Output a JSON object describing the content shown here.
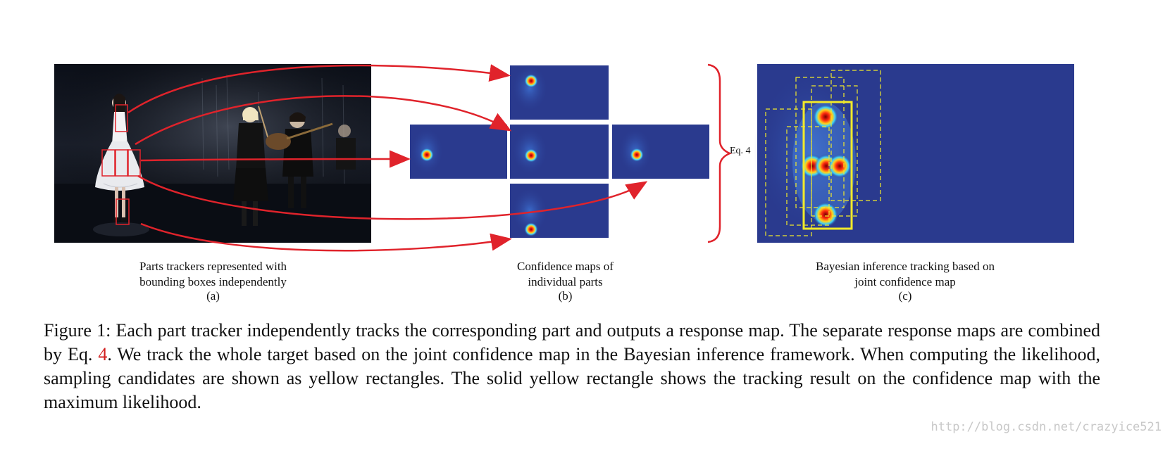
{
  "figure": {
    "panel_a": {
      "caption_line1": "Parts trackers represented with",
      "caption_line2": "bounding boxes independently",
      "label": "(a)"
    },
    "panel_b": {
      "caption_line1": "Confidence maps of",
      "caption_line2": "individual parts",
      "label": "(b)"
    },
    "panel_c": {
      "caption_line1": "Bayesian inference tracking based on",
      "caption_line2": "joint confidence map",
      "label": "(c)"
    },
    "eq_label": "Eq. 4"
  },
  "caption": {
    "part1": "Figure 1: Each part tracker independently tracks the corresponding part and outputs a response map. The separate response maps are combined by Eq. ",
    "ref": "4",
    "part2": ". We track the whole target based on the joint confidence map in the Bayesian inference framework. When computing the likelihood, sampling candidates are shown as yellow rectangles. The solid yellow rectangle shows the tracking result on the confidence map with the maximum likelihood."
  },
  "watermark": "http://blog.csdn.net/crazyice521",
  "colors": {
    "map_bg": "#2a3a8e",
    "arrow_red": "#e0232b",
    "candidate_yellow": "#f2ea2a",
    "text": "#111111"
  }
}
